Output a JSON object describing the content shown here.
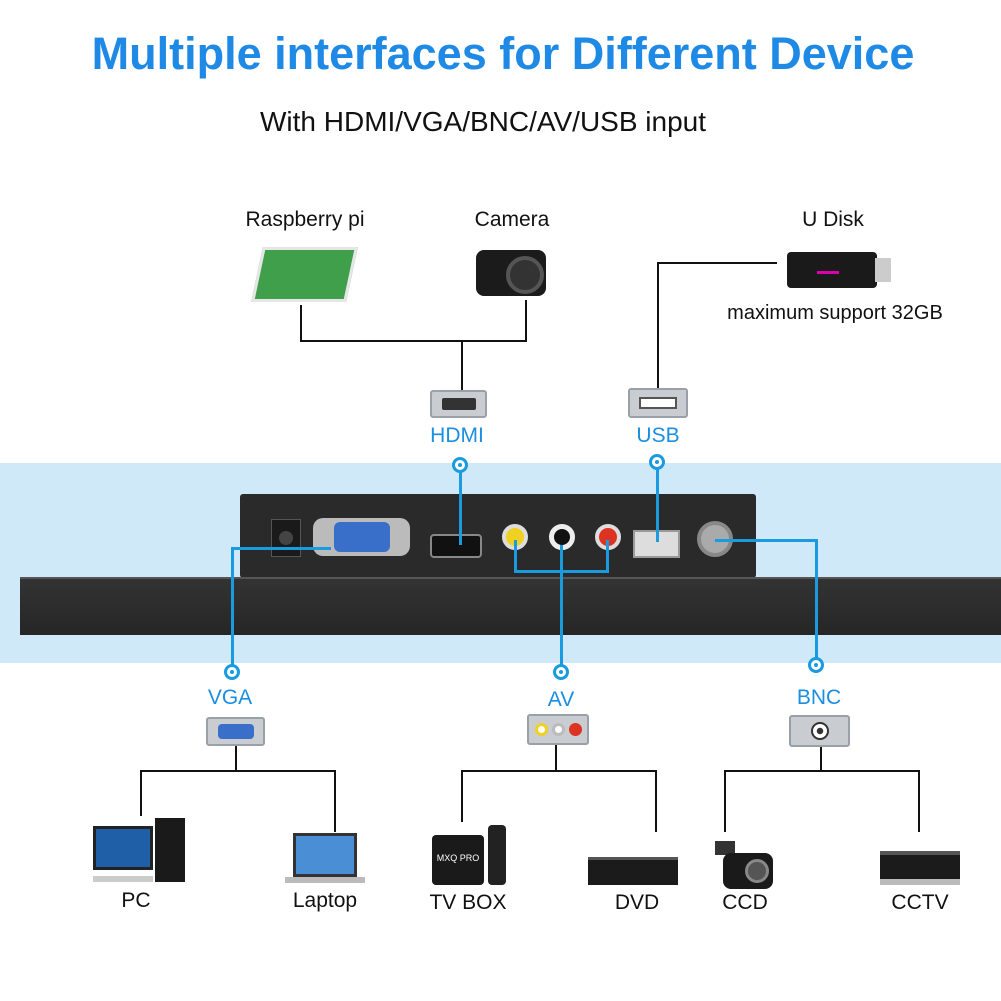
{
  "title": "Multiple interfaces for Different Device",
  "subtitle": "With HDMI/VGA/BNC/AV/USB input",
  "colors": {
    "title": "#1e8ae6",
    "band": "#cfe9f9",
    "connector_line": "#1a9be0"
  },
  "top_devices": {
    "raspberry": "Raspberry pi",
    "camera": "Camera",
    "udisk": "U Disk",
    "udisk_note": "maximum support 32GB"
  },
  "ports": {
    "hdmi": "HDMI",
    "usb": "USB",
    "vga": "VGA",
    "av": "AV",
    "bnc": "BNC"
  },
  "bottom_devices": {
    "pc": "PC",
    "laptop": "Laptop",
    "tvbox": "TV BOX",
    "dvd": "DVD",
    "ccd": "CCD",
    "cctv": "CCTV"
  },
  "tvbox_brand": "MXQ PRO"
}
